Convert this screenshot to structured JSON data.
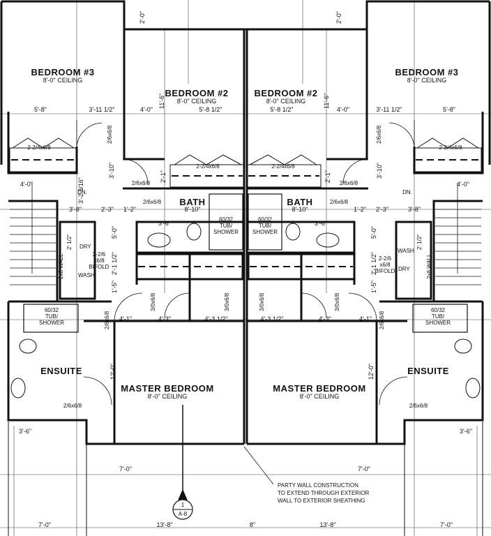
{
  "rooms": {
    "bedroom3": "BEDROOM #3",
    "bedroom2": "BEDROOM #2",
    "bath": "BATH",
    "ensuite": "ENSUITE",
    "master": "MASTER BEDROOM"
  },
  "ceilings": {
    "eight_ft": "8'-0\" CEILING",
    "bath_dim": "8'-10\""
  },
  "dimensions": {
    "d_2_0": "2'-0\"",
    "d_5_8": "5'-8\"",
    "d_3_11h": "3'-11 1/2\"",
    "d_4_0": "4'-0\"",
    "d_5_8h": "5'-8 1/2\"",
    "d_11_6": "11'-6\"",
    "d_3_10": "3'-10\"",
    "d_2_1": "2'-1\"",
    "d_3_2_3_16": "3'-2 3/16\"",
    "d_3_8": "3'-8\"",
    "d_2_3": "2'-3\"",
    "d_1_2": "1'-2\"",
    "d_5_0": "5'-0\"",
    "d_3_6": "3'-6\"",
    "d_2_1h": "2'-1 1/2\"",
    "d_1_5": "1'-5\"",
    "d_4_1": "4'-1\"",
    "d_4_3": "4'-3\"",
    "d_4_3h": "4'-3 1/2\"",
    "d_12_0": "12'-0\"",
    "d_7_0": "7'-0\"",
    "d_13_8": "13'-8\"",
    "d_8": "8\"",
    "d_2_1_2": "2' 1/2\""
  },
  "doors": {
    "d26": "2/6x6/8",
    "d30": "3/0x6/8",
    "closet": "2-2/4x6/8",
    "bifold_a": "2-2/6",
    "bifold_b": "x6/8",
    "bifold_c": "BIFOLD"
  },
  "fixtures": {
    "tub_a": "60/32",
    "tub_b": "TUB/",
    "tub_c": "SHOWER",
    "dry": "DRY",
    "wash": "WASH",
    "dn": "DN.",
    "wall": "2x8 WALL"
  },
  "note": {
    "line1": "PARTY WALL CONSTRUCTION",
    "line2": "TO EXTEND THROUGH EXTERIOR",
    "line3": "WALL TO EXTERIOR SHEATHING"
  },
  "section_marker": {
    "number": "1",
    "sheet": "A-8"
  }
}
